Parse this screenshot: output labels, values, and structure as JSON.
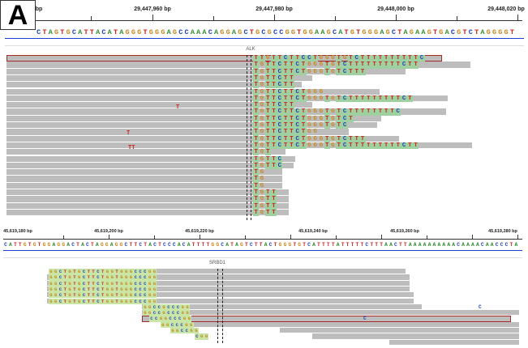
{
  "panel_label": "A",
  "colors": {
    "A": "#2e8b2e",
    "C": "#1f3fbf",
    "G": "#c8861a",
    "T": "#cc2222",
    "read": "#bdbdbd",
    "highlight": "#a52a2a",
    "mismatch_bg": "#9fd09f"
  },
  "top": {
    "ruler_ticks": [
      "bp",
      "29,447,960 bp",
      "29,447,980 bp",
      "29,448,000 bp",
      "29,448,020 bp"
    ],
    "reference": "CTAGTGCATTACATAGGGTGGGAGCCAAACAGGAGCTGCGCCGGTGGAAGCATGTGGGAGCTAGAAGTGACGTCTAGGGGT",
    "gene": "ALK",
    "read_seqs": [
      "TTGTTCTTCCTGGGTGTCTTTTTTTTTTC",
      "TGTTCTTCTGGGTGTCTTTTTTTTTCTT",
      "TGTTCTTCTGGGTGTCTTT",
      "TGTTCTT",
      "TGTTCTT",
      "TGTTCTTCTGGG",
      "TGTTCTTCTGGGTGTCTTTTTTTTTCT",
      "TGTTCTT",
      "TGTTCTTCTGGGTGTCTTTTTTTTC",
      "TGTTCTTCTGGGTGTCT",
      "TGTTCTTCTGGGTGTC",
      "TGTTCTTCTGG",
      "TGTTCTTCTGGGTGTCTTT",
      "TGTTCTTCTGGGTGTCTTTTTTTTTCTT",
      "TGT",
      "TGTTC",
      "TGTTC",
      "TG",
      "TG",
      "TG",
      "TGTT",
      "TGTT",
      "TGTT",
      "TGTT"
    ],
    "stray_letters": [
      "T",
      "T",
      "TT"
    ]
  },
  "bottom": {
    "ruler_ticks": [
      "45,619,180 bp",
      "45,619,200 bp",
      "45,619,220 bp",
      "45,619,240 bp",
      "45,619,260 bp",
      "45,619,280 bp"
    ],
    "reference": "CATTGTGTGGAGGACTACTAGGAGGCTTCTACTCCCACATTTTGGCATAGTCTTACTGGGTGTCATTTTATTTTTCTTTAACTTAAAAAAAAAACAAAACAACCCTA",
    "gene": "SRBD1",
    "read_seqs": [
      "GGCTGTGCTTCTGGTGGGCCCGG",
      "GGCTGTGCTTCTGGTGGGCCCGG",
      "GGCTGTGCTTCTGGTGGGCCCGG",
      "GGCTGTGCTTCTGGTGGGCCCGG",
      "GGCTGTGCTTCTGGTGGGCCCGG",
      "GGCTGTGCTTCTGGTGGGCCCGG",
      "GGCCGCCCGG",
      "GGCCGCCCGG",
      "CCGGCCCGG",
      "GGCCCGG",
      "GGCCGG",
      "CGG"
    ],
    "stray_letters": [
      "C",
      "C"
    ]
  }
}
